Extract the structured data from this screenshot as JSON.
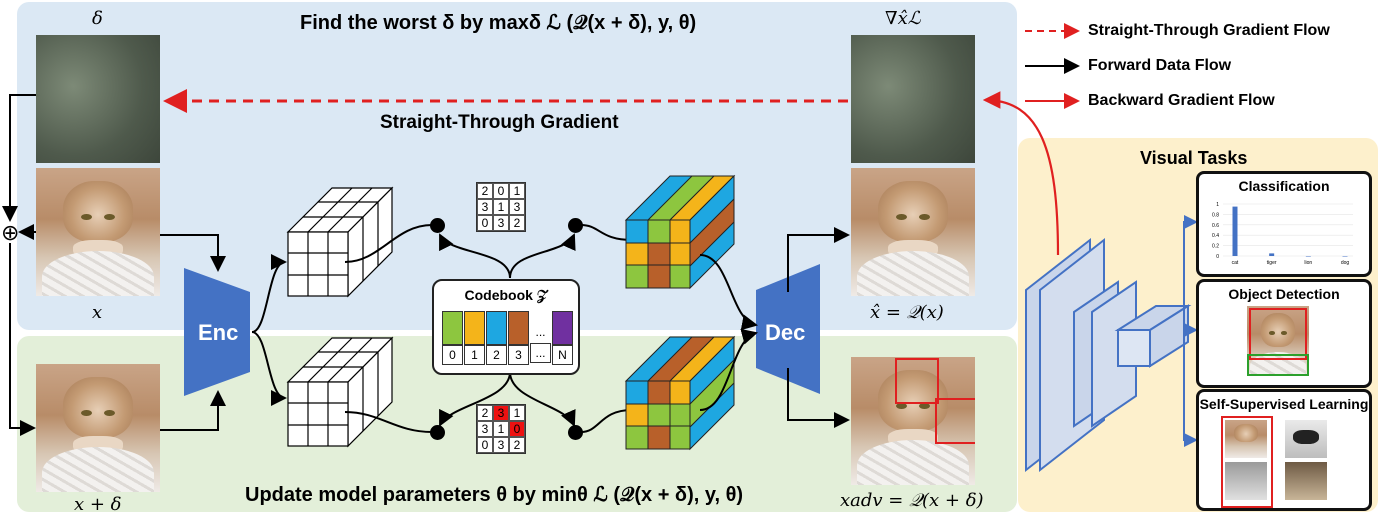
{
  "titles": {
    "top": "Find the worst δ by maxδ ℒ (𝒬(x + δ), y, θ)",
    "bottom": "Update model parameters θ by minθ ℒ (𝒬(x + δ), y, θ)",
    "straight_through": "Straight-Through Gradient"
  },
  "labels": {
    "delta": "δ",
    "grad": "∇x̂ℒ",
    "x": "x",
    "x_plus_delta": "x + δ",
    "x_hat": "x̂ = 𝒬(x)",
    "x_adv": "xadv = 𝒬(x + δ)",
    "oplus": "⊕",
    "enc": "Enc",
    "dec": "Dec"
  },
  "codebook": {
    "title": "Codebook 𝒵",
    "indices": [
      "0",
      "1",
      "2",
      "3",
      "...",
      "N"
    ],
    "colors": [
      "#8dc63f",
      "#f4b41a",
      "#1ea7e1",
      "#b8602a",
      "#ffffff",
      "#7030a0"
    ],
    "ellipsis": "..."
  },
  "index_grid_top": [
    "2",
    "0",
    "1",
    "3",
    "1",
    "3",
    "0",
    "3",
    "2"
  ],
  "index_grid_bottom": [
    "2",
    "3",
    "1",
    "3",
    "1",
    "0",
    "0",
    "3",
    "2"
  ],
  "index_grid_bottom_changed": [
    1,
    5
  ],
  "legend": {
    "items": [
      {
        "label": "Straight-Through Gradient Flow",
        "color": "#e02020",
        "style": "dashed"
      },
      {
        "label": "Forward Data Flow",
        "color": "#000000",
        "style": "solid"
      },
      {
        "label": "Backward Gradient Flow",
        "color": "#e02020",
        "style": "solid"
      }
    ]
  },
  "visual_tasks": {
    "title": "Visual Tasks",
    "tasks": [
      "Classification",
      "Object Detection",
      "Self-Supervised Learning"
    ],
    "classification_chart": {
      "yticks": [
        "1",
        "0.8",
        "0.6",
        "0.4",
        "0.2",
        "0"
      ],
      "categories": [
        "cat",
        "tiger",
        "lion",
        "dog"
      ],
      "values": [
        0.95,
        0.05,
        0.0,
        0.0
      ]
    }
  },
  "colors": {
    "panel_top": "#dbe8f4",
    "panel_bottom": "#e3efd9",
    "panel_right": "#fdf0cc",
    "enc_dec": "#4472c4",
    "arrow_red": "#e02020"
  }
}
